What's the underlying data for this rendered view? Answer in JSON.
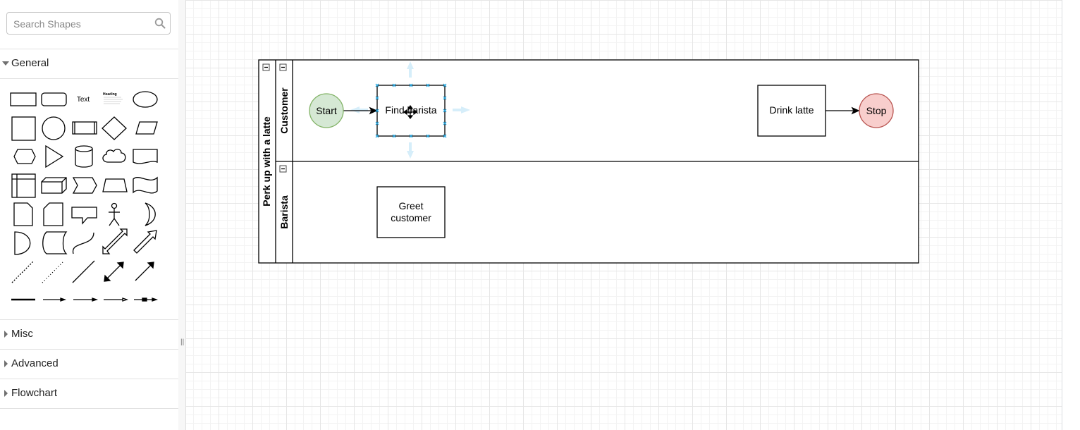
{
  "sidebar": {
    "search": {
      "placeholder": "Search Shapes",
      "value": ""
    },
    "sections": [
      {
        "label": "General",
        "expanded": true
      },
      {
        "label": "Misc",
        "expanded": false
      },
      {
        "label": "Advanced",
        "expanded": false
      },
      {
        "label": "Flowchart",
        "expanded": false
      }
    ],
    "palette_text": {
      "text_shape": "Text",
      "heading_shape": "Heading"
    }
  },
  "diagram": {
    "pool_title": "Perk up with a latte",
    "lanes": [
      {
        "label": "Customer"
      },
      {
        "label": "Barista"
      }
    ],
    "nodes": {
      "start": {
        "label": "Start",
        "fill": "#d5e8d4",
        "stroke": "#82b366"
      },
      "find_barista": {
        "label": "Find barista"
      },
      "drink_latte": {
        "label": "Drink latte"
      },
      "stop": {
        "label": "Stop",
        "fill": "#f8cecc",
        "stroke": "#b85450"
      },
      "greet_customer": {
        "line1": "Greet",
        "line2": "customer"
      }
    },
    "selection_color": "#29a8e0"
  }
}
